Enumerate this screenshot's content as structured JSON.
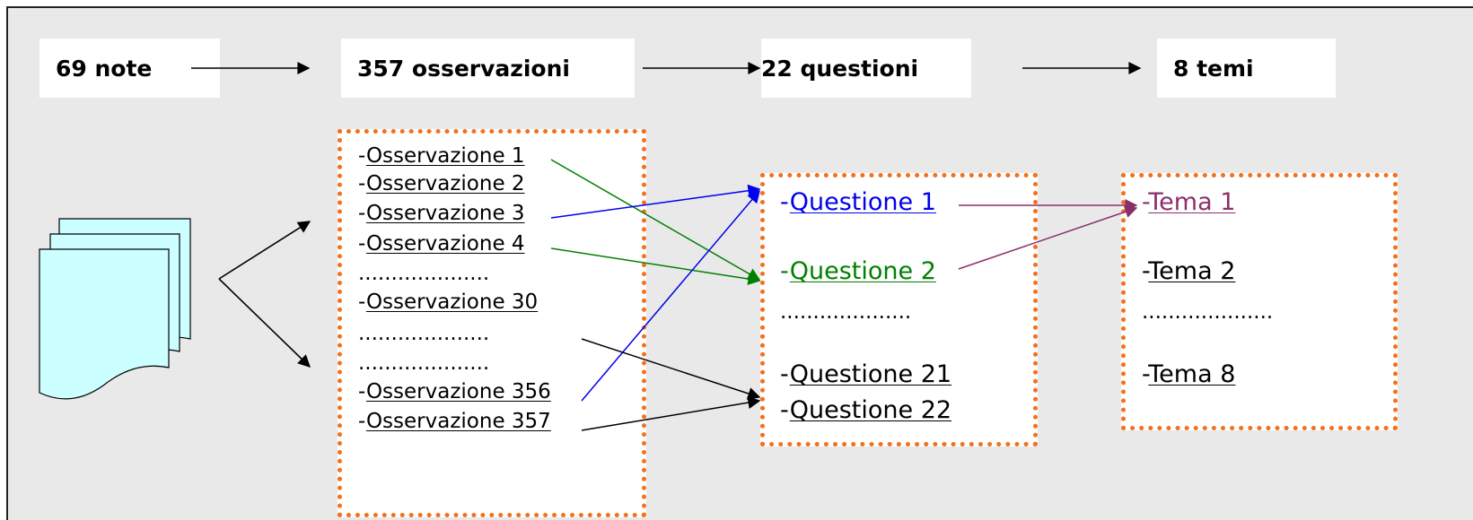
{
  "headers": {
    "notes": "69 note",
    "observations": "357 osservazioni",
    "questions": "22 questioni",
    "themes": "8 temi"
  },
  "observations": {
    "prefix": "-",
    "items": [
      "Osservazione 1",
      "Osservazione 2",
      "Osservazione 3",
      "Osservazione 4",
      "Osservazione 30",
      "Osservazione 356",
      "Osservazione 357"
    ],
    "ellipsis": "...................."
  },
  "questions": {
    "prefix": "-",
    "items": [
      "Questione 1",
      "Questione 2",
      "Questione 21",
      "Questione 22"
    ],
    "ellipsis": "...................."
  },
  "themes": {
    "prefix": "-",
    "items": [
      "Tema 1",
      "Tema 2",
      "Tema 8"
    ],
    "ellipsis": "...................."
  },
  "colors": {
    "canvas": "#e9e9e9",
    "dotted_border": "#f2711c",
    "document_fill": "#ccffff",
    "blue": "#0000ee",
    "green": "#008000",
    "purple": "#8b2f6b",
    "black": "#000000"
  },
  "icons": {
    "notes_stack": "document-stack-icon"
  }
}
